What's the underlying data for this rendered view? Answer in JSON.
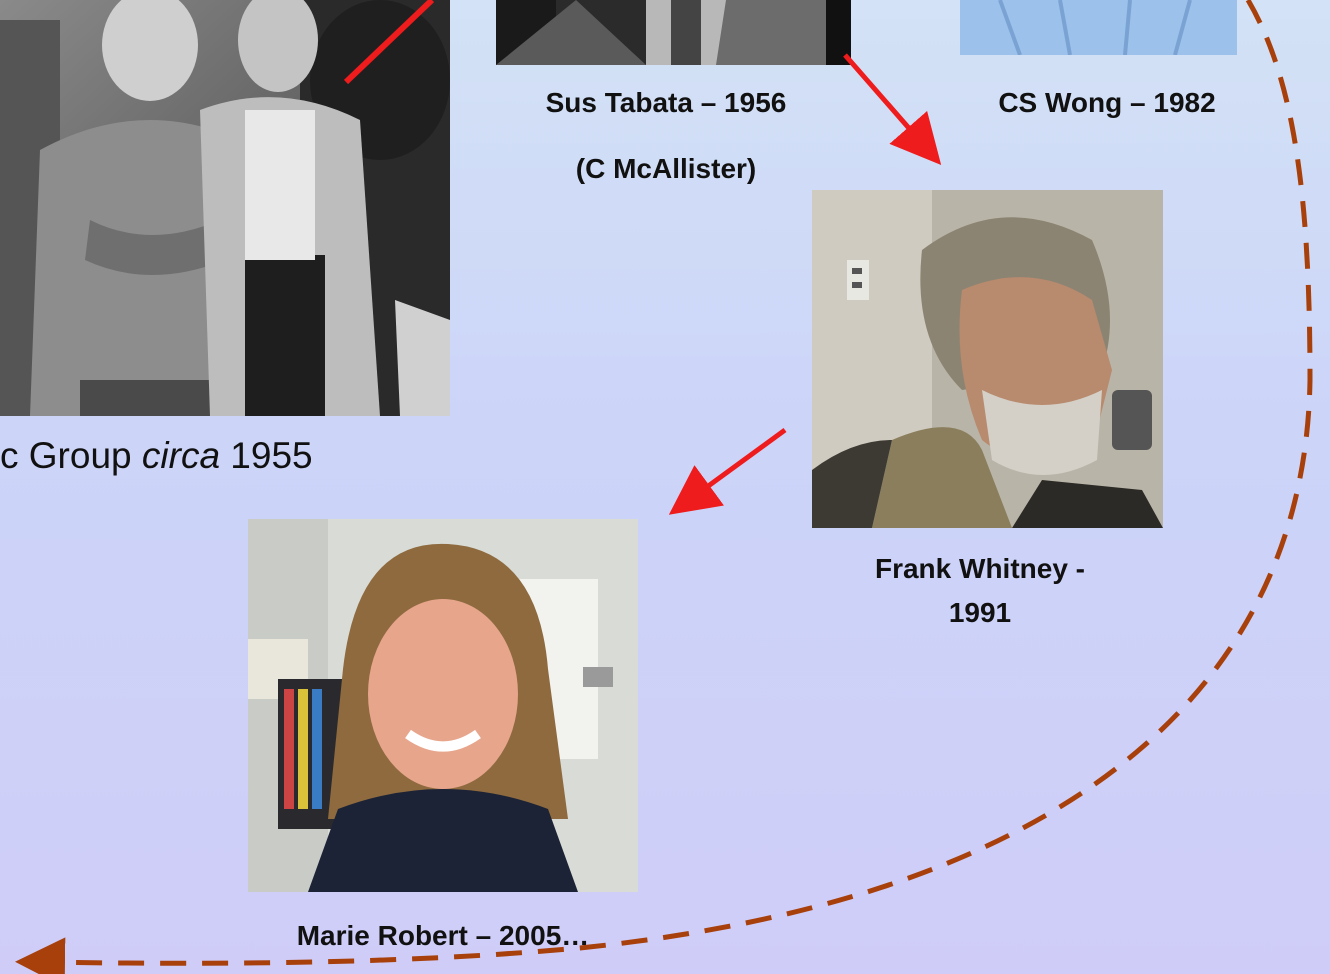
{
  "group_caption": {
    "prefix": "c Group ",
    "italic": "circa",
    "suffix": " 1955"
  },
  "people": {
    "tabata": {
      "name": "Sus Tabata – 1956",
      "credit": "(C McAllister)"
    },
    "wong": {
      "name": "CS Wong – 1982"
    },
    "whitney": {
      "line1": "Frank Whitney -",
      "line2": "1991"
    },
    "robert": {
      "name": "Marie Robert – 2005…"
    }
  },
  "colors": {
    "solid_arrow": "#ee1c1c",
    "dashed_arrow": "#a8400c"
  }
}
